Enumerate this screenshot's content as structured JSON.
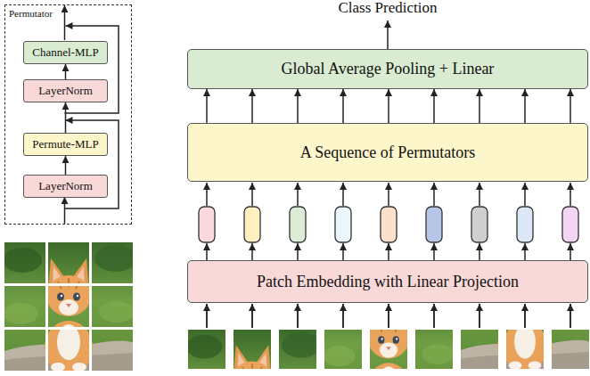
{
  "diagram": {
    "nodes": [
      {
        "text": [
          "Permutator"
        ]
      },
      {
        "text": [
          "Channel-MLP"
        ],
        "in": 0
      },
      {
        "text": [
          "LayerNorm"
        ],
        "in": 0
      },
      {
        "text": [
          "Permute-MLP"
        ],
        "in": 0
      },
      {
        "text": [
          "LayerNorm"
        ],
        "in": 0
      },
      {
        "text": [
          "Global Average Pooling + Linear"
        ]
      },
      {
        "text": [
          "A Sequence of Permutators"
        ]
      },
      {
        "text": [
          "Patch Embedding with Linear Projection"
        ]
      }
    ],
    "edges": [
      {
        "from": 4,
        "to": 3,
        "arrow": "to"
      },
      {
        "from": 3,
        "to": 2,
        "arrow": "to"
      },
      {
        "from": 2,
        "to": 1,
        "arrow": "to"
      },
      {
        "from": 6,
        "to": 5,
        "arrow": "to"
      },
      {
        "from": 6,
        "to": 5,
        "arrow": "to"
      },
      {
        "from": 6,
        "to": 5,
        "arrow": "to"
      },
      {
        "from": 6,
        "to": 5,
        "arrow": "to"
      },
      {
        "from": 6,
        "to": 5,
        "arrow": "to"
      },
      {
        "from": 6,
        "to": 5,
        "arrow": "to"
      },
      {
        "from": 6,
        "to": 5,
        "arrow": "to"
      },
      {
        "from": 6,
        "to": 5,
        "arrow": "to"
      },
      {
        "from": 6,
        "to": 5,
        "arrow": "to"
      }
    ],
    "labels": [
      "Class Prediction"
    ]
  }
}
